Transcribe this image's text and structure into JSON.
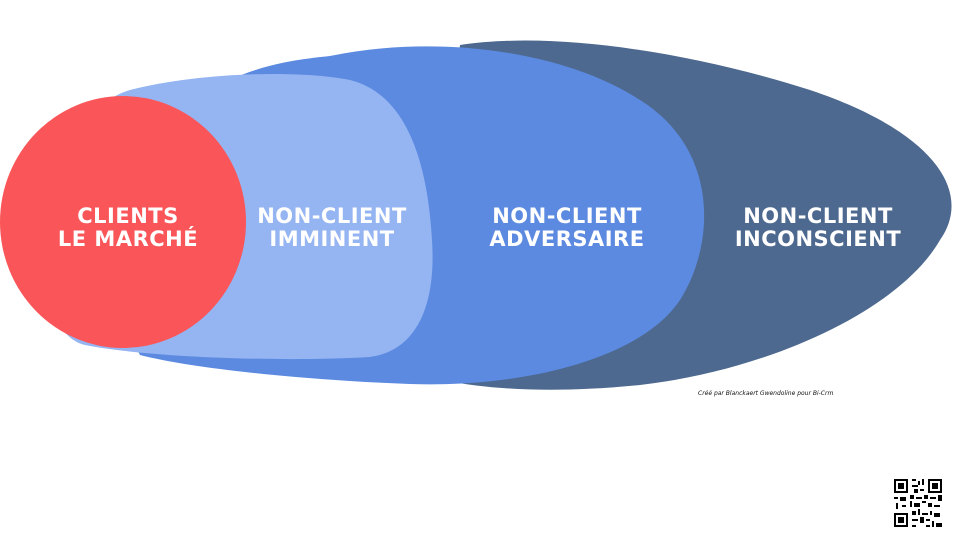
{
  "colors": {
    "inconscient": "#4d698f",
    "adversaire": "#5b8ae0",
    "imminent": "#95b4f2",
    "clients": "#fa5558",
    "text": "#ffffff",
    "background": "#ffffff"
  },
  "segments": [
    {
      "id": "clients",
      "line1": "CLIENTS",
      "line2": "LE MARCHÉ"
    },
    {
      "id": "imminent",
      "line1": "NON-CLIENT",
      "line2": "IMMINENT"
    },
    {
      "id": "adversaire",
      "line1": "NON-CLIENT",
      "line2": "ADVERSAIRE"
    },
    {
      "id": "inconscient",
      "line1": "NON-CLIENT",
      "line2": "INCONSCIENT"
    }
  ],
  "credit": "Créé par Blanckaert Gwendoline pour Bi-Crm",
  "icons": {
    "qr": "qr-code-icon"
  }
}
